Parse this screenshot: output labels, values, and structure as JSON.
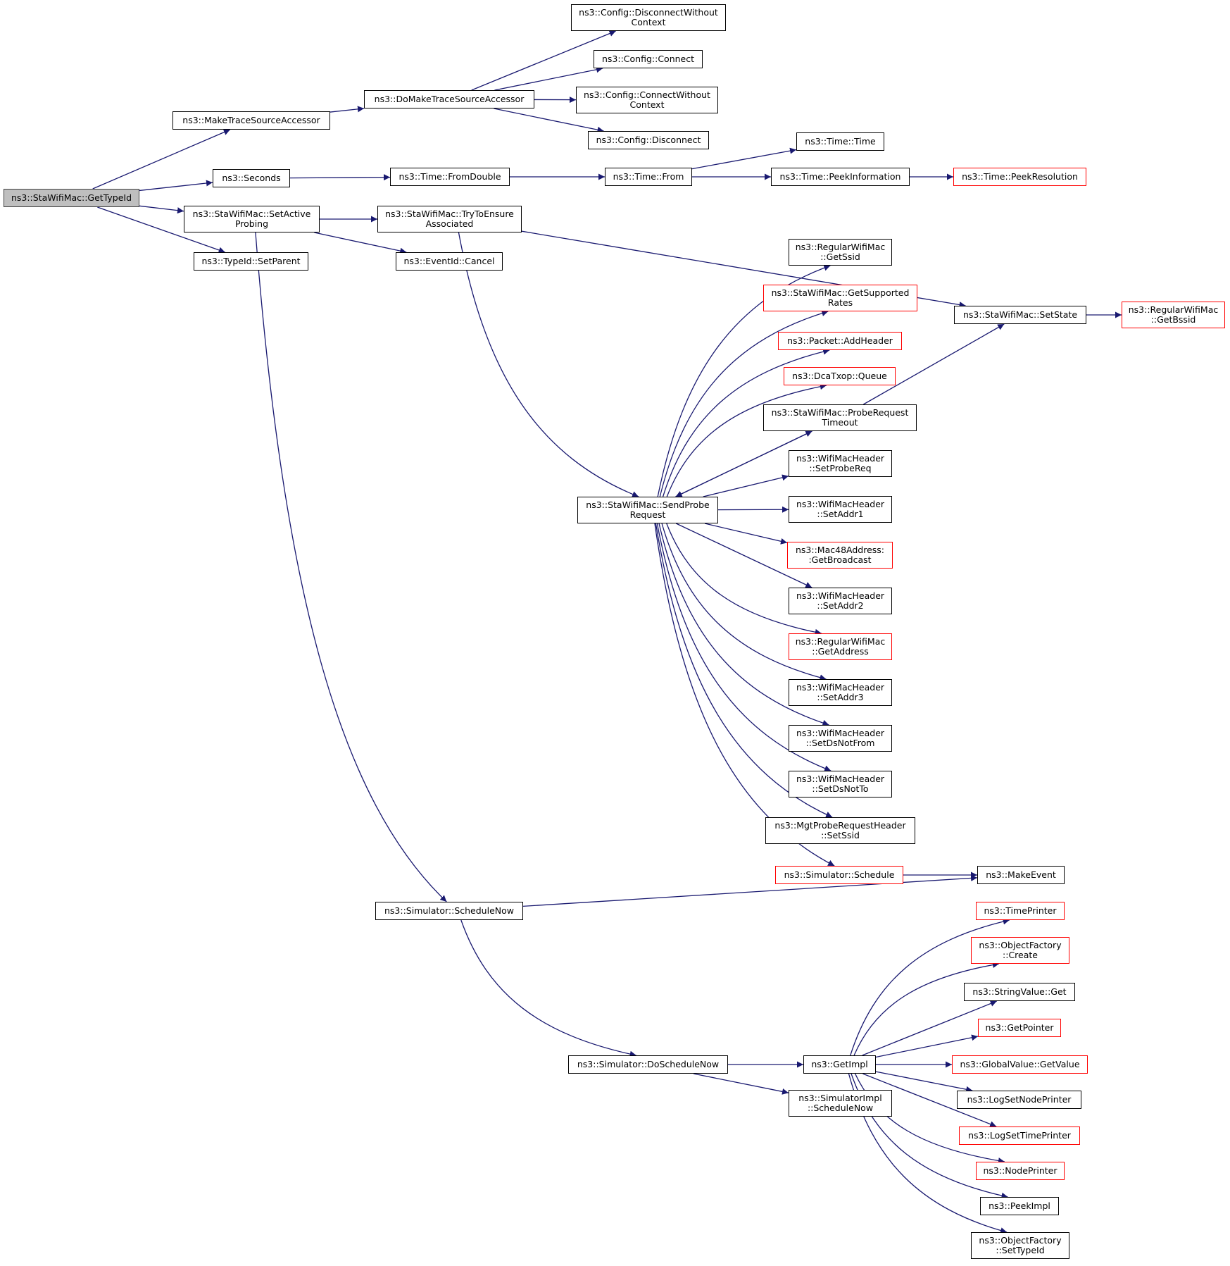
{
  "colors": {
    "edge": "#191970",
    "border": "#000000",
    "external_border": "#ff0000",
    "root_fill": "#bfbfbf"
  },
  "nodes": [
    {
      "id": "root",
      "lines": [
        "ns3::StaWifiMac::GetTypeId"
      ],
      "style": "root"
    },
    {
      "id": "mtsa",
      "lines": [
        "ns3::MakeTraceSourceAccessor"
      ],
      "style": "normal"
    },
    {
      "id": "sec",
      "lines": [
        "ns3::Seconds"
      ],
      "style": "normal"
    },
    {
      "id": "sap",
      "lines": [
        "ns3::StaWifiMac::SetActive",
        "Probing"
      ],
      "style": "normal"
    },
    {
      "id": "sp",
      "lines": [
        "ns3::TypeId::SetParent"
      ],
      "style": "normal"
    },
    {
      "id": "dmtsa",
      "lines": [
        "ns3::DoMakeTraceSourceAccessor"
      ],
      "style": "normal"
    },
    {
      "id": "fd",
      "lines": [
        "ns3::Time::FromDouble"
      ],
      "style": "normal"
    },
    {
      "id": "ttea",
      "lines": [
        "ns3::StaWifiMac::TryToEnsure",
        "Associated"
      ],
      "style": "normal"
    },
    {
      "id": "cancel",
      "lines": [
        "ns3::EventId::Cancel"
      ],
      "style": "normal"
    },
    {
      "id": "sn",
      "lines": [
        "ns3::Simulator::ScheduleNow"
      ],
      "style": "normal"
    },
    {
      "id": "cdwc",
      "lines": [
        "ns3::Config::DisconnectWithout",
        "Context"
      ],
      "style": "normal"
    },
    {
      "id": "cc",
      "lines": [
        "ns3::Config::Connect"
      ],
      "style": "normal"
    },
    {
      "id": "ccwc",
      "lines": [
        "ns3::Config::ConnectWithout",
        "Context"
      ],
      "style": "normal"
    },
    {
      "id": "cd",
      "lines": [
        "ns3::Config::Disconnect"
      ],
      "style": "normal"
    },
    {
      "id": "tfrom",
      "lines": [
        "ns3::Time::From"
      ],
      "style": "normal"
    },
    {
      "id": "ttime",
      "lines": [
        "ns3::Time::Time"
      ],
      "style": "normal"
    },
    {
      "id": "tpi",
      "lines": [
        "ns3::Time::PeekInformation"
      ],
      "style": "normal"
    },
    {
      "id": "tpr",
      "lines": [
        "ns3::Time::PeekResolution"
      ],
      "style": "external"
    },
    {
      "id": "spr",
      "lines": [
        "ns3::StaWifiMac::SendProbe",
        "Request"
      ],
      "style": "normal"
    },
    {
      "id": "rgssid",
      "lines": [
        "ns3::RegularWifiMac",
        "::GetSsid"
      ],
      "style": "normal"
    },
    {
      "id": "gsr",
      "lines": [
        "ns3::StaWifiMac::GetSupported",
        "Rates"
      ],
      "style": "external"
    },
    {
      "id": "pah",
      "lines": [
        "ns3::Packet::AddHeader"
      ],
      "style": "external"
    },
    {
      "id": "dcaq",
      "lines": [
        "ns3::DcaTxop::Queue"
      ],
      "style": "external"
    },
    {
      "id": "prt",
      "lines": [
        "ns3::StaWifiMac::ProbeRequest",
        "Timeout"
      ],
      "style": "normal"
    },
    {
      "id": "sprq",
      "lines": [
        "ns3::WifiMacHeader",
        "::SetProbeReq"
      ],
      "style": "normal"
    },
    {
      "id": "sa1",
      "lines": [
        "ns3::WifiMacHeader",
        "::SetAddr1"
      ],
      "style": "normal"
    },
    {
      "id": "gb",
      "lines": [
        "ns3::Mac48Address:",
        ":GetBroadcast"
      ],
      "style": "external"
    },
    {
      "id": "sa2",
      "lines": [
        "ns3::WifiMacHeader",
        "::SetAddr2"
      ],
      "style": "normal"
    },
    {
      "id": "rga",
      "lines": [
        "ns3::RegularWifiMac",
        "::GetAddress"
      ],
      "style": "external"
    },
    {
      "id": "sa3",
      "lines": [
        "ns3::WifiMacHeader",
        "::SetAddr3"
      ],
      "style": "normal"
    },
    {
      "id": "sdnf",
      "lines": [
        "ns3::WifiMacHeader",
        "::SetDsNotFrom"
      ],
      "style": "normal"
    },
    {
      "id": "sdnt",
      "lines": [
        "ns3::WifiMacHeader",
        "::SetDsNotTo"
      ],
      "style": "normal"
    },
    {
      "id": "mprh",
      "lines": [
        "ns3::MgtProbeRequestHeader",
        "::SetSsid"
      ],
      "style": "normal"
    },
    {
      "id": "ssched",
      "lines": [
        "ns3::Simulator::Schedule"
      ],
      "style": "external"
    },
    {
      "id": "me",
      "lines": [
        "ns3::MakeEvent"
      ],
      "style": "normal"
    },
    {
      "id": "sst",
      "lines": [
        "ns3::StaWifiMac::SetState"
      ],
      "style": "normal"
    },
    {
      "id": "rgb",
      "lines": [
        "ns3::RegularWifiMac",
        "::GetBssid"
      ],
      "style": "external"
    },
    {
      "id": "dsn",
      "lines": [
        "ns3::Simulator::DoScheduleNow"
      ],
      "style": "normal"
    },
    {
      "id": "gi",
      "lines": [
        "ns3::GetImpl"
      ],
      "style": "normal"
    },
    {
      "id": "sisn",
      "lines": [
        "ns3::SimulatorImpl",
        "::ScheduleNow"
      ],
      "style": "normal"
    },
    {
      "id": "tp",
      "lines": [
        "ns3::TimePrinter"
      ],
      "style": "external"
    },
    {
      "id": "ofc",
      "lines": [
        "ns3::ObjectFactory",
        "::Create"
      ],
      "style": "external"
    },
    {
      "id": "svg",
      "lines": [
        "ns3::StringValue::Get"
      ],
      "style": "normal"
    },
    {
      "id": "gp",
      "lines": [
        "ns3::GetPointer"
      ],
      "style": "external"
    },
    {
      "id": "gvgv",
      "lines": [
        "ns3::GlobalValue::GetValue"
      ],
      "style": "external"
    },
    {
      "id": "lsnp",
      "lines": [
        "ns3::LogSetNodePrinter"
      ],
      "style": "normal"
    },
    {
      "id": "lstp",
      "lines": [
        "ns3::LogSetTimePrinter"
      ],
      "style": "external"
    },
    {
      "id": "np",
      "lines": [
        "ns3::NodePrinter"
      ],
      "style": "external"
    },
    {
      "id": "pi",
      "lines": [
        "ns3::PeekImpl"
      ],
      "style": "normal"
    },
    {
      "id": "ofst",
      "lines": [
        "ns3::ObjectFactory",
        "::SetTypeId"
      ],
      "style": "normal"
    }
  ],
  "edges": [
    [
      "root",
      "mtsa"
    ],
    [
      "root",
      "sec"
    ],
    [
      "root",
      "sap"
    ],
    [
      "root",
      "sp"
    ],
    [
      "mtsa",
      "dmtsa"
    ],
    [
      "dmtsa",
      "cdwc"
    ],
    [
      "dmtsa",
      "cc"
    ],
    [
      "dmtsa",
      "ccwc"
    ],
    [
      "dmtsa",
      "cd"
    ],
    [
      "sec",
      "fd"
    ],
    [
      "fd",
      "tfrom"
    ],
    [
      "tfrom",
      "ttime"
    ],
    [
      "tfrom",
      "tpi"
    ],
    [
      "tpi",
      "tpr"
    ],
    [
      "sap",
      "ttea"
    ],
    [
      "sap",
      "cancel"
    ],
    [
      "sap",
      "sn"
    ],
    [
      "ttea",
      "sst"
    ],
    [
      "ttea",
      "spr"
    ],
    [
      "sst",
      "rgb"
    ],
    [
      "spr",
      "rgssid"
    ],
    [
      "spr",
      "gsr"
    ],
    [
      "spr",
      "pah"
    ],
    [
      "spr",
      "dcaq"
    ],
    [
      "spr",
      "prt"
    ],
    [
      "spr",
      "sprq"
    ],
    [
      "spr",
      "sa1"
    ],
    [
      "spr",
      "gb"
    ],
    [
      "spr",
      "sa2"
    ],
    [
      "spr",
      "rga"
    ],
    [
      "spr",
      "sa3"
    ],
    [
      "spr",
      "sdnf"
    ],
    [
      "spr",
      "sdnt"
    ],
    [
      "spr",
      "mprh"
    ],
    [
      "spr",
      "ssched"
    ],
    [
      "prt",
      "spr"
    ],
    [
      "prt",
      "sst"
    ],
    [
      "ssched",
      "me"
    ],
    [
      "sn",
      "me"
    ],
    [
      "sn",
      "dsn"
    ],
    [
      "dsn",
      "gi"
    ],
    [
      "dsn",
      "sisn"
    ],
    [
      "gi",
      "tp"
    ],
    [
      "gi",
      "ofc"
    ],
    [
      "gi",
      "svg"
    ],
    [
      "gi",
      "gp"
    ],
    [
      "gi",
      "gvgv"
    ],
    [
      "gi",
      "lsnp"
    ],
    [
      "gi",
      "lstp"
    ],
    [
      "gi",
      "np"
    ],
    [
      "gi",
      "pi"
    ],
    [
      "gi",
      "ofst"
    ]
  ]
}
